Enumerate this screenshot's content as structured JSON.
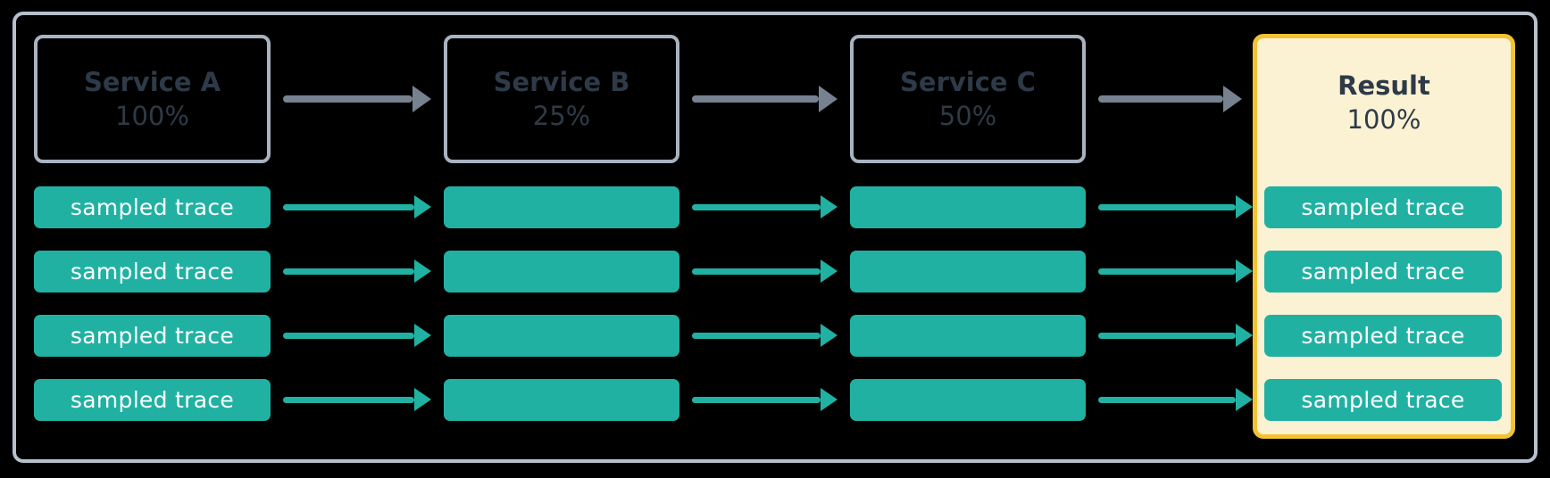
{
  "diagram": {
    "description": "trace-sampling-flow",
    "trace_label": "sampled trace",
    "trace_rows": 4,
    "columns": [
      {
        "name": "Service A",
        "rate": "100%",
        "kind": "service"
      },
      {
        "name": "Service B",
        "rate": "25%",
        "kind": "service"
      },
      {
        "name": "Service C",
        "rate": "50%",
        "kind": "service"
      },
      {
        "name": "Result",
        "rate": "100%",
        "kind": "result"
      }
    ],
    "colors": {
      "background": "#000000",
      "outer_frame_border": "#b7c1cd",
      "service_box_border": "#a9b3c0",
      "service_text": "#2e3a47",
      "flow_arrow_gray": "#76828f",
      "trace_teal": "#21b1a3",
      "trace_text": "#ffffff",
      "result_background": "#fbf2d4",
      "result_border": "#f3c233"
    }
  }
}
